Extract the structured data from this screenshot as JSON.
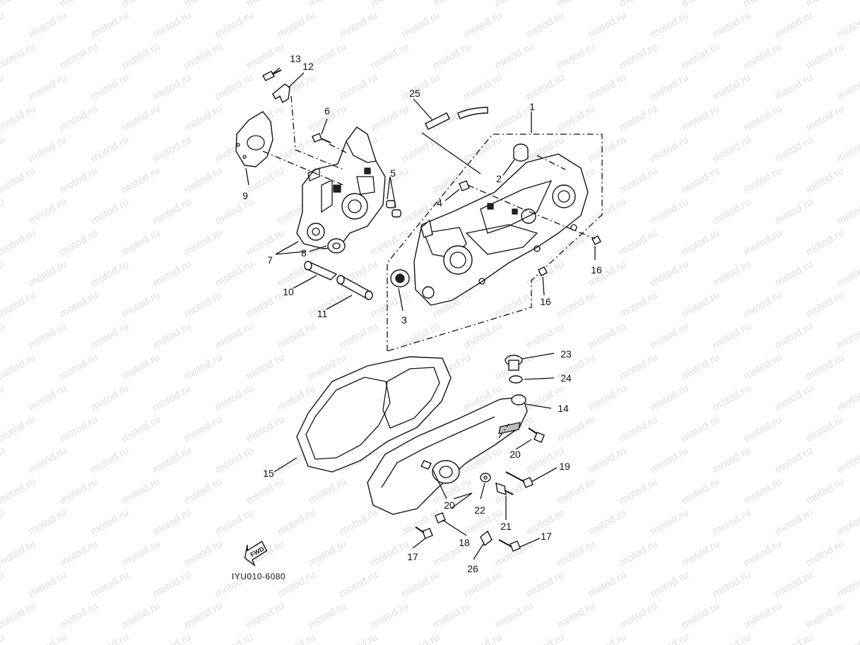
{
  "watermark": "motod.ru",
  "diagram_code": "IYU010-6080",
  "fwd_label": "FWD",
  "callouts": [
    {
      "id": "c1",
      "text": "1"
    },
    {
      "id": "c2",
      "text": "2"
    },
    {
      "id": "c3",
      "text": "3"
    },
    {
      "id": "c4",
      "text": "4"
    },
    {
      "id": "c5",
      "text": "5"
    },
    {
      "id": "c6",
      "text": "6"
    },
    {
      "id": "c7",
      "text": "7"
    },
    {
      "id": "c8",
      "text": "8"
    },
    {
      "id": "c9",
      "text": "9"
    },
    {
      "id": "c10",
      "text": "10"
    },
    {
      "id": "c11",
      "text": "11"
    },
    {
      "id": "c12",
      "text": "12"
    },
    {
      "id": "c13",
      "text": "13"
    },
    {
      "id": "c14",
      "text": "14"
    },
    {
      "id": "c15",
      "text": "15"
    },
    {
      "id": "c16a",
      "text": "16"
    },
    {
      "id": "c16b",
      "text": "16"
    },
    {
      "id": "c17a",
      "text": "17"
    },
    {
      "id": "c17b",
      "text": "17"
    },
    {
      "id": "c18",
      "text": "18"
    },
    {
      "id": "c19",
      "text": "19"
    },
    {
      "id": "c20a",
      "text": "20"
    },
    {
      "id": "c20b",
      "text": "20"
    },
    {
      "id": "c21",
      "text": "21"
    },
    {
      "id": "c22",
      "text": "22"
    },
    {
      "id": "c23",
      "text": "23"
    },
    {
      "id": "c24",
      "text": "24"
    },
    {
      "id": "c25",
      "text": "25"
    },
    {
      "id": "c26",
      "text": "26"
    }
  ]
}
